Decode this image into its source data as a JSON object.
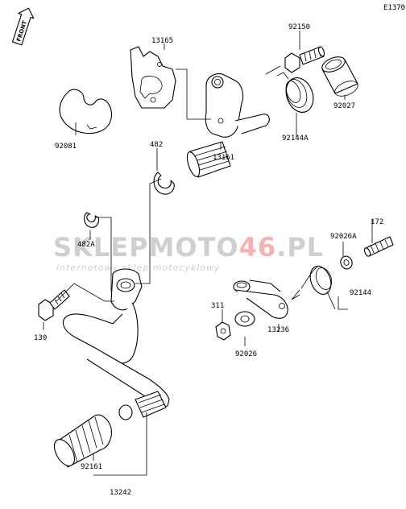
{
  "diagram": {
    "code": "E1370",
    "front_label": "FRONT",
    "parts": [
      {
        "number": "13165"
      },
      {
        "number": "92150"
      },
      {
        "number": "92081"
      },
      {
        "number": "92027"
      },
      {
        "number": "92144A"
      },
      {
        "number": "482"
      },
      {
        "number": "13161"
      },
      {
        "number": "482A"
      },
      {
        "number": "172"
      },
      {
        "number": "92026A"
      },
      {
        "number": "130"
      },
      {
        "number": "92144"
      },
      {
        "number": "311"
      },
      {
        "number": "13236"
      },
      {
        "number": "92026"
      },
      {
        "number": "92161"
      },
      {
        "number": "13242"
      }
    ]
  },
  "watermark": {
    "brand_a": "SKLEPMOTO",
    "brand_b": "46",
    "brand_c": ".PL",
    "tagline": "internetowy sklep motocyklowy",
    "gray": "#cfcfcf",
    "red": "#f4b3b3"
  }
}
